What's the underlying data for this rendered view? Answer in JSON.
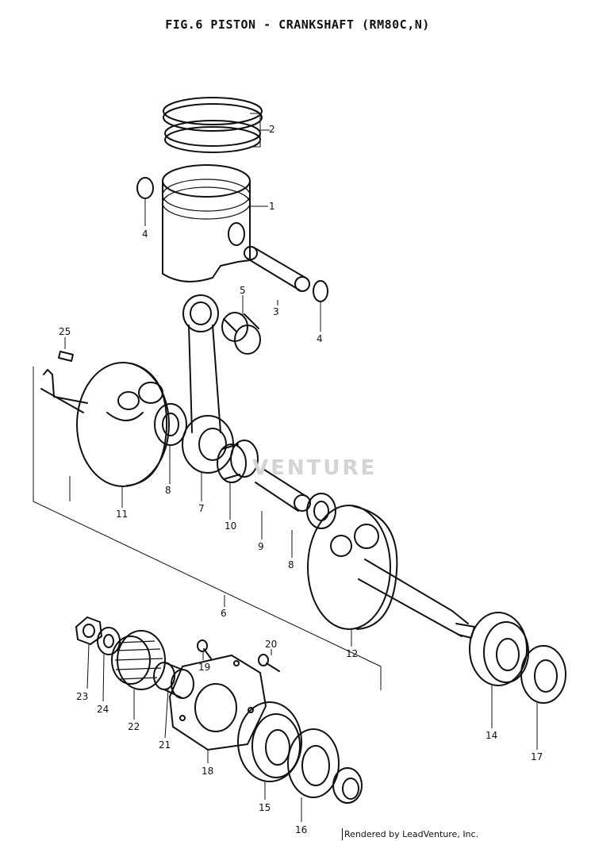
{
  "title": "FIG.6  PISTON - CRANKSHAFT (RM80C,N)",
  "watermark": "VENTURE",
  "credit": "Rendered by LeadVenture, Inc.",
  "callouts": [
    {
      "id": "1",
      "label": "1"
    },
    {
      "id": "2",
      "label": "2"
    },
    {
      "id": "3",
      "label": "3"
    },
    {
      "id": "4a",
      "label": "4"
    },
    {
      "id": "4b",
      "label": "4"
    },
    {
      "id": "5",
      "label": "5"
    },
    {
      "id": "6",
      "label": "6"
    },
    {
      "id": "7",
      "label": "7"
    },
    {
      "id": "8a",
      "label": "8"
    },
    {
      "id": "8b",
      "label": "8"
    },
    {
      "id": "9",
      "label": "9"
    },
    {
      "id": "10",
      "label": "10"
    },
    {
      "id": "11",
      "label": "11"
    },
    {
      "id": "12",
      "label": "12"
    },
    {
      "id": "14",
      "label": "14"
    },
    {
      "id": "15",
      "label": "15"
    },
    {
      "id": "16",
      "label": "16"
    },
    {
      "id": "17",
      "label": "17"
    },
    {
      "id": "18",
      "label": "18"
    },
    {
      "id": "19",
      "label": "19"
    },
    {
      "id": "20",
      "label": "20"
    },
    {
      "id": "21",
      "label": "21"
    },
    {
      "id": "22",
      "label": "22"
    },
    {
      "id": "23",
      "label": "23"
    },
    {
      "id": "24",
      "label": "24"
    },
    {
      "id": "25",
      "label": "25"
    }
  ]
}
